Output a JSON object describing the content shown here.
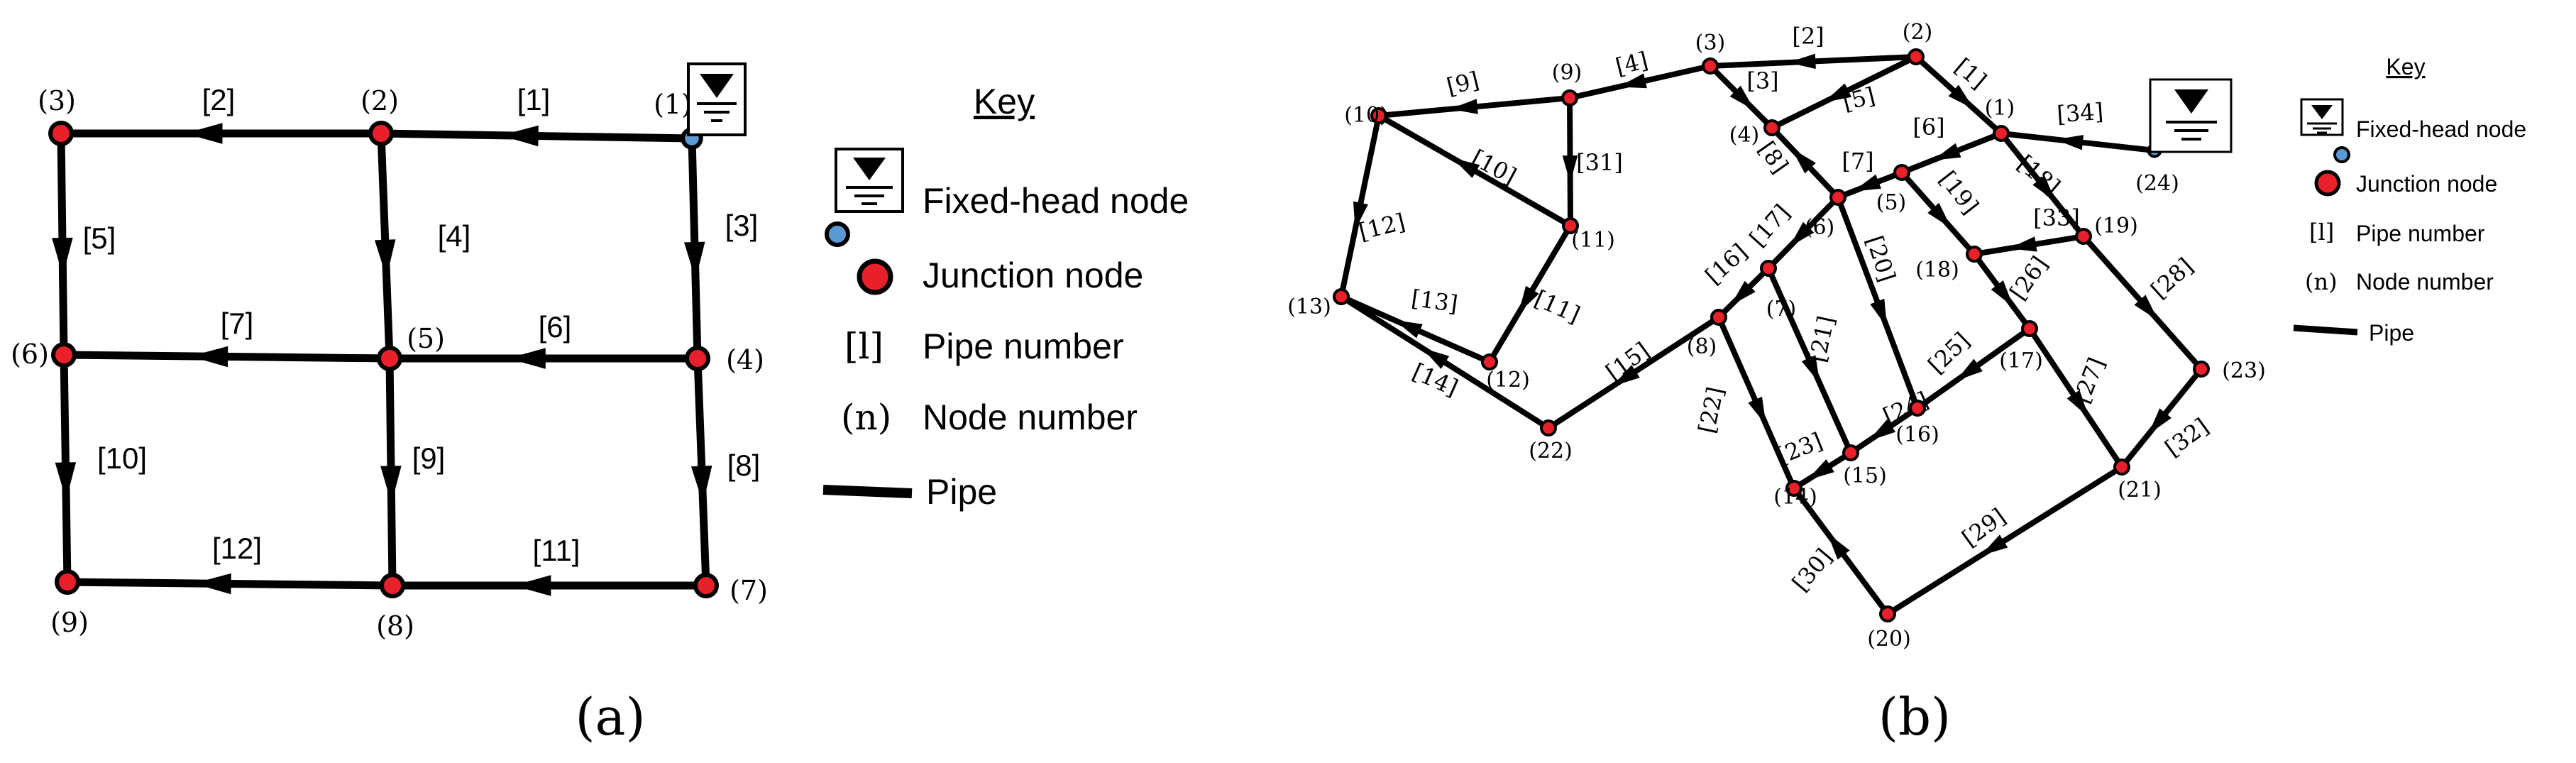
{
  "captions": {
    "a": "(a)",
    "b": "(b)"
  },
  "key_a": {
    "title": "Key",
    "fixed_head": "Fixed-head node",
    "junction": "Junction node",
    "pipe_number_symbol": "[l]",
    "pipe_number": "Pipe number",
    "node_number_symbol": "(n)",
    "node_number": "Node number",
    "pipe": "Pipe"
  },
  "key_b": {
    "title": "Key",
    "fixed_head": "Fixed-head node",
    "junction": "Junction node",
    "pipe_number_symbol": "[l]",
    "pipe_number": "Pipe number",
    "node_number_symbol": "(n)",
    "node_number": "Node number",
    "pipe": "Pipe"
  },
  "colors": {
    "junction": "#e8202a",
    "fixed_head": "#5b9bd5",
    "line": "#000000"
  },
  "network_a": {
    "nodes": [
      {
        "id": "1",
        "label": "(1)",
        "type": "fixed-head"
      },
      {
        "id": "2",
        "label": "(2)",
        "type": "junction"
      },
      {
        "id": "3",
        "label": "(3)",
        "type": "junction"
      },
      {
        "id": "4",
        "label": "(4)",
        "type": "junction"
      },
      {
        "id": "5",
        "label": "(5)",
        "type": "junction"
      },
      {
        "id": "6",
        "label": "(6)",
        "type": "junction"
      },
      {
        "id": "7",
        "label": "(7)",
        "type": "junction"
      },
      {
        "id": "8",
        "label": "(8)",
        "type": "junction"
      },
      {
        "id": "9",
        "label": "(9)",
        "type": "junction"
      }
    ],
    "pipes": [
      {
        "label": "[1]",
        "from": "1",
        "to": "2"
      },
      {
        "label": "[2]",
        "from": "2",
        "to": "3"
      },
      {
        "label": "[3]",
        "from": "1",
        "to": "4"
      },
      {
        "label": "[4]",
        "from": "2",
        "to": "5"
      },
      {
        "label": "[5]",
        "from": "3",
        "to": "6"
      },
      {
        "label": "[6]",
        "from": "4",
        "to": "5"
      },
      {
        "label": "[7]",
        "from": "5",
        "to": "6"
      },
      {
        "label": "[8]",
        "from": "4",
        "to": "7"
      },
      {
        "label": "[9]",
        "from": "5",
        "to": "8"
      },
      {
        "label": "[10]",
        "from": "6",
        "to": "9"
      },
      {
        "label": "[11]",
        "from": "7",
        "to": "8"
      },
      {
        "label": "[12]",
        "from": "8",
        "to": "9"
      }
    ]
  },
  "network_b": {
    "nodes": [
      {
        "id": "1",
        "label": "(1)",
        "type": "junction"
      },
      {
        "id": "2",
        "label": "(2)",
        "type": "junction"
      },
      {
        "id": "3",
        "label": "(3)",
        "type": "junction"
      },
      {
        "id": "4",
        "label": "(4)",
        "type": "junction"
      },
      {
        "id": "5",
        "label": "(5)",
        "type": "junction"
      },
      {
        "id": "6",
        "label": "(6)",
        "type": "junction"
      },
      {
        "id": "7",
        "label": "(7)",
        "type": "junction"
      },
      {
        "id": "8",
        "label": "(8)",
        "type": "junction"
      },
      {
        "id": "9",
        "label": "(9)",
        "type": "junction"
      },
      {
        "id": "10",
        "label": "(10)",
        "type": "junction"
      },
      {
        "id": "11",
        "label": "(11)",
        "type": "junction"
      },
      {
        "id": "12",
        "label": "(12)",
        "type": "junction"
      },
      {
        "id": "13",
        "label": "(13)",
        "type": "junction"
      },
      {
        "id": "14",
        "label": "(14)",
        "type": "junction"
      },
      {
        "id": "15",
        "label": "(15)",
        "type": "junction"
      },
      {
        "id": "16",
        "label": "(16)",
        "type": "junction"
      },
      {
        "id": "17",
        "label": "(17)",
        "type": "junction"
      },
      {
        "id": "18",
        "label": "(18)",
        "type": "junction"
      },
      {
        "id": "19",
        "label": "(19)",
        "type": "junction"
      },
      {
        "id": "20",
        "label": "(20)",
        "type": "junction"
      },
      {
        "id": "21",
        "label": "(21)",
        "type": "junction"
      },
      {
        "id": "22",
        "label": "(22)",
        "type": "junction"
      },
      {
        "id": "23",
        "label": "(23)",
        "type": "junction"
      },
      {
        "id": "24",
        "label": "(24)",
        "type": "fixed-head"
      }
    ],
    "pipes": [
      {
        "label": "[1]",
        "from": "2",
        "to": "1"
      },
      {
        "label": "[2]",
        "from": "2",
        "to": "3"
      },
      {
        "label": "[3]",
        "from": "3",
        "to": "4"
      },
      {
        "label": "[4]",
        "from": "3",
        "to": "9"
      },
      {
        "label": "[5]",
        "from": "2",
        "to": "4"
      },
      {
        "label": "[6]",
        "from": "1",
        "to": "5"
      },
      {
        "label": "[7]",
        "from": "5",
        "to": "6"
      },
      {
        "label": "[8]",
        "from": "6",
        "to": "4"
      },
      {
        "label": "[9]",
        "from": "9",
        "to": "10"
      },
      {
        "label": "[10]",
        "from": "11",
        "to": "10"
      },
      {
        "label": "[11]",
        "from": "11",
        "to": "12"
      },
      {
        "label": "[12]",
        "from": "10",
        "to": "13"
      },
      {
        "label": "[13]",
        "from": "12",
        "to": "13"
      },
      {
        "label": "[14]",
        "from": "22",
        "to": "13"
      },
      {
        "label": "[15]",
        "from": "8",
        "to": "22"
      },
      {
        "label": "[16]",
        "from": "7",
        "to": "8"
      },
      {
        "label": "[17]",
        "from": "6",
        "to": "7"
      },
      {
        "label": "[18]",
        "from": "1",
        "to": "19"
      },
      {
        "label": "[19]",
        "from": "5",
        "to": "18"
      },
      {
        "label": "[20]",
        "from": "6",
        "to": "16"
      },
      {
        "label": "[21]",
        "from": "7",
        "to": "15"
      },
      {
        "label": "[22]",
        "from": "8",
        "to": "14"
      },
      {
        "label": "[23]",
        "from": "15",
        "to": "14"
      },
      {
        "label": "[24]",
        "from": "16",
        "to": "15"
      },
      {
        "label": "[25]",
        "from": "17",
        "to": "16"
      },
      {
        "label": "[26]",
        "from": "18",
        "to": "17"
      },
      {
        "label": "[27]",
        "from": "17",
        "to": "21"
      },
      {
        "label": "[28]",
        "from": "19",
        "to": "23"
      },
      {
        "label": "[29]",
        "from": "21",
        "to": "20"
      },
      {
        "label": "[30]",
        "from": "20",
        "to": "14"
      },
      {
        "label": "[31]",
        "from": "9",
        "to": "11"
      },
      {
        "label": "[32]",
        "from": "23",
        "to": "21"
      },
      {
        "label": "[33]",
        "from": "19",
        "to": "18"
      },
      {
        "label": "[34]",
        "from": "24",
        "to": "1"
      }
    ]
  }
}
